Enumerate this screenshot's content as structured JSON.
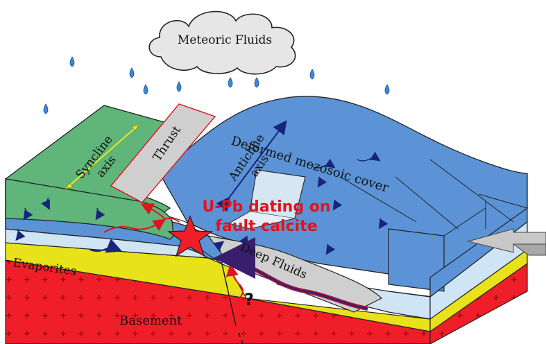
{
  "labels": {
    "cloud": "Meteoric Fluids",
    "syncline_line1": "Syncline",
    "syncline_line2": "axis",
    "thrust": "Thrust",
    "anticline_line1": "Anticline",
    "anticline_line2": "axis",
    "cover": "Deformed mezosoic cover",
    "evaporites": "Evaporites",
    "basement": "Basement",
    "deep_fluids": "Deep Fluids",
    "question": "?",
    "headline_line1": "U-Pb dating on",
    "headline_line2": "fault calcite"
  },
  "colors": {
    "green_block": "#5fb57a",
    "blue_cover": "#5b93d6",
    "light_blue": "#cfe4f5",
    "evaporite_yellow": "#e8e21a",
    "basement_red": "#f01e28",
    "fault_grey": "#cfcfcf",
    "headline_red": "#e0141e",
    "drop_blue": "#3a8bd6"
  }
}
